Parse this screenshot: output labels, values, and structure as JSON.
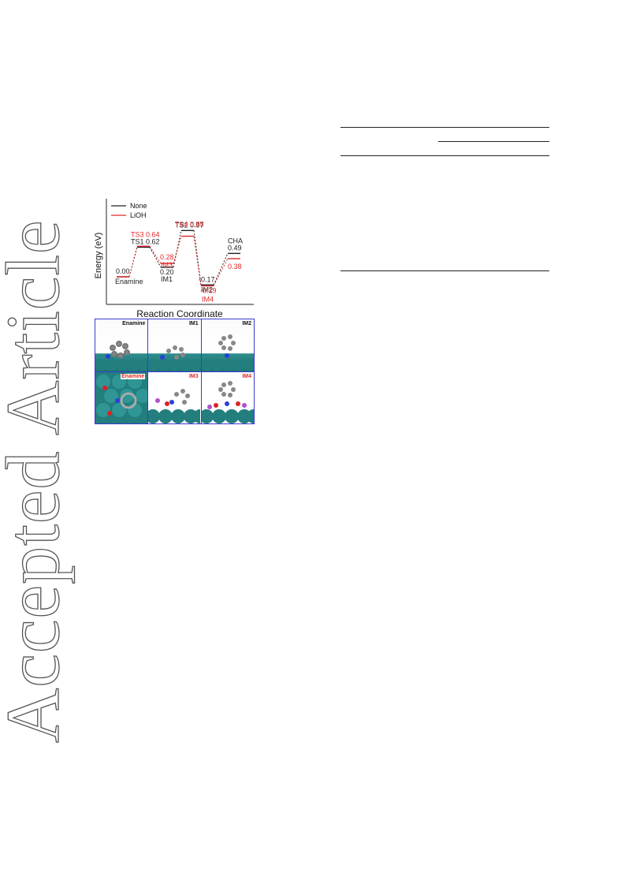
{
  "watermark": "Accepted Article",
  "figure": {
    "legend": [
      {
        "label": "None",
        "color": "#222222"
      },
      {
        "label": "LiOH",
        "color": "#e02828"
      }
    ],
    "ylabel": "Energy (eV)",
    "xlabel": "Reaction Coordinate",
    "panels": {
      "top": [
        "Enamine",
        "IM1",
        "IM2"
      ],
      "bottom": [
        "Enamine",
        "IM3",
        "IM4"
      ]
    }
  },
  "chart_data": {
    "type": "line",
    "xlabel": "Reaction Coordinate",
    "ylabel": "Energy (eV)",
    "series": [
      {
        "name": "None",
        "color": "#222222",
        "x": [
          "Enamine",
          "TS1",
          "IM1",
          "TS2",
          "IM2",
          "CHA"
        ],
        "values": [
          0.0,
          0.62,
          0.2,
          0.97,
          -0.17,
          0.49
        ],
        "labels": [
          "0.00",
          "TS1 0.62",
          "0.20",
          "TS2 0.97",
          "-0.17",
          "0.49"
        ],
        "names": [
          "Enamine",
          "",
          "IM1",
          "",
          "IM2",
          "CHA"
        ]
      },
      {
        "name": "LiOH",
        "color": "#e02828",
        "x": [
          "Enamine",
          "TS3",
          "IM3",
          "TS4",
          "IM4",
          "CHA"
        ],
        "values": [
          0.0,
          0.64,
          0.28,
          0.85,
          -0.19,
          0.38
        ],
        "labels": [
          "",
          "TS3 0.64",
          "0.28",
          "TS4 0.85",
          "-0.19",
          "0.38"
        ],
        "names": [
          "",
          "",
          "IM3",
          "",
          "IM4",
          ""
        ]
      }
    ]
  }
}
